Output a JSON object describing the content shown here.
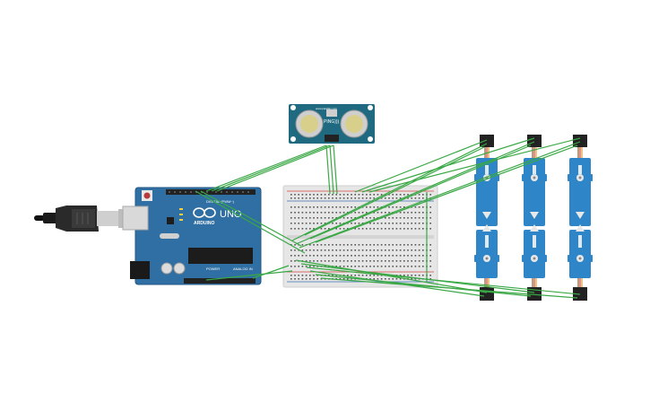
{
  "arduino": {
    "brand": "ARDUINO",
    "model": "UNO",
    "power_label": "POWER",
    "analog_label": "ANALOG IN",
    "digital_label": "DIGITAL (PWM~)",
    "color_board": "#2f6fa3",
    "color_header": "#222222"
  },
  "sensor": {
    "name": "PING)))",
    "site": "www.parallax.com",
    "color_board": "#1f6a80"
  },
  "breadboard": {
    "color": "#e6e6e6",
    "rail_red": "#d64541",
    "rail_blue": "#3b6fb6"
  },
  "servos": {
    "count": 3,
    "color_body": "#2e86c9",
    "color_connector": "#222222"
  },
  "wires": {
    "color": "#3aa845"
  }
}
